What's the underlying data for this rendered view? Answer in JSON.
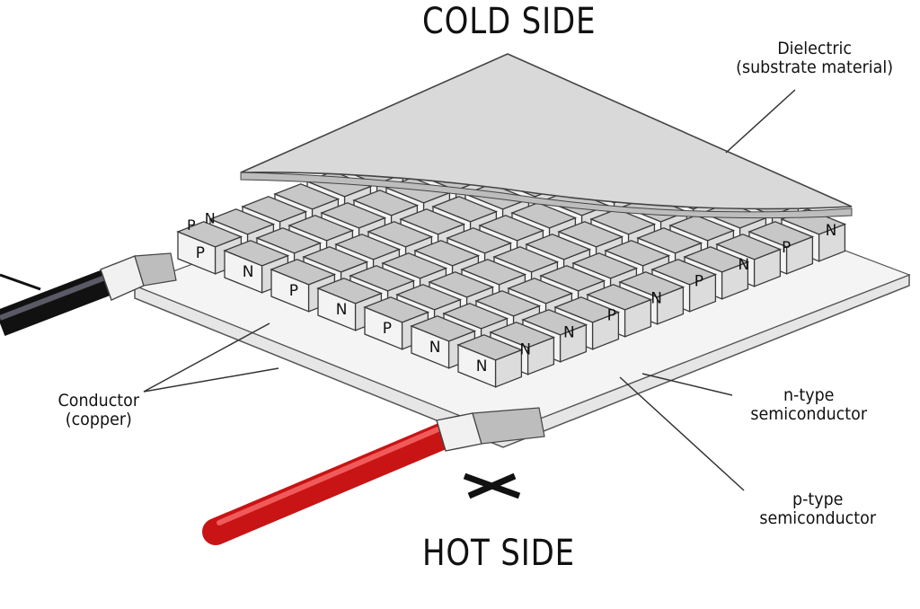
{
  "labels": {
    "cold_side": "COLD SIDE",
    "hot_side": "HOT SIDE",
    "dielectric_line1": "Dielectric",
    "dielectric_line2": "(substrate material)",
    "conductor_line1": "Conductor",
    "conductor_line2": "(copper)",
    "n_type_line1": "n-type",
    "n_type_line2": "semiconductor",
    "p_type_line1": "p-type",
    "p_type_line2": "semiconductor",
    "p_mark": "P",
    "n_mark": "N"
  },
  "colors": {
    "positive_wire": "#d11a1a",
    "negative_wire": "#25252f",
    "substrate": "#d9d9d9",
    "ceramic": "#eeeeee",
    "pellet_top": "#c7c7c7",
    "pellet_face": "#f3f3f3"
  },
  "front_row_letters": [
    "P",
    "N",
    "P",
    "N",
    "P",
    "N",
    "N",
    "N",
    "N",
    "P",
    "N",
    "P",
    "N",
    "P",
    "N"
  ],
  "back_row_letters": [
    "P",
    "N"
  ]
}
